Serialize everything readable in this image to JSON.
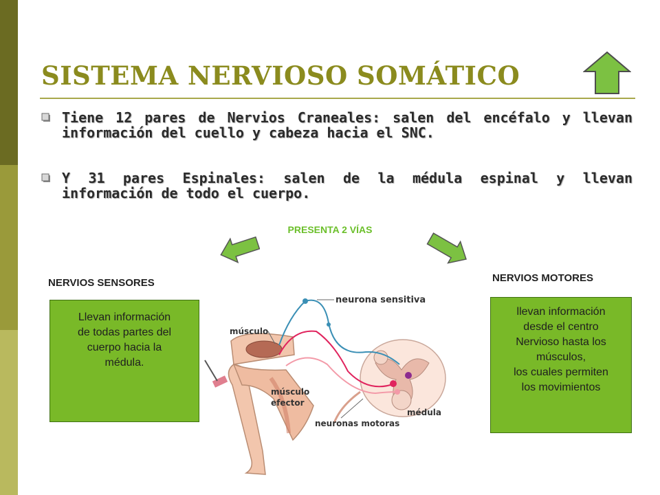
{
  "slide": {
    "title": "SISTEMA NERVIOSO SOMÁTICO",
    "bullets": [
      "Tiene 12 pares de Nervios Craneales: salen del encéfalo y llevan información del cuello y cabeza hacia el SNC.",
      "Y 31 pares Espinales: salen de la médula espinal y llevan información de todo el cuerpo."
    ],
    "presenta": "PRESENTA 2 VÍAS",
    "sensores": {
      "heading": "NERVIOS SENSORES",
      "lines": [
        "Llevan información",
        "de todas partes del",
        "cuerpo hacia la",
        "médula."
      ]
    },
    "motores": {
      "heading": "NERVIOS MOTORES",
      "lines": [
        "llevan información",
        "desde el centro",
        "Nervioso hasta los",
        "músculos,",
        "los cuales permiten",
        "los movimientos"
      ]
    },
    "diagram_labels": {
      "neurona_sensitiva": "neurona sensitiva",
      "musculo": "músculo",
      "musculo_efector_1": "músculo",
      "musculo_efector_2": "efector",
      "medula": "médula",
      "neuronas_motoras": "neuronas motoras"
    }
  },
  "colors": {
    "title": "#8b8b1e",
    "arrow_green": "#7cc142",
    "box_green": "#79b928",
    "sensory_nerve": "#3a8fb5",
    "motor_nerve": "#e0245e"
  },
  "icons": [
    "up-arrow-icon",
    "left-arrow-icon",
    "right-arrow-icon",
    "bullet-box-icon"
  ]
}
